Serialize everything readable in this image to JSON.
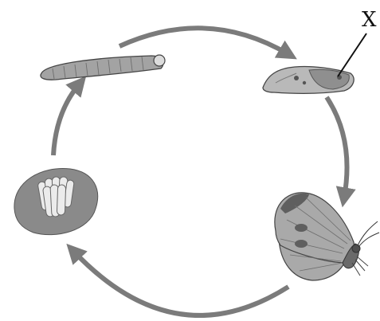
{
  "diagram": {
    "label_x": "X",
    "stages": [
      "eggs",
      "caterpillar",
      "pupa",
      "butterfly"
    ],
    "colors": {
      "arrow": "#7b7b7b",
      "egg_patch": "#8a8a8a",
      "egg": "#ebebeb",
      "larva": "#a3a3a3",
      "pupa": "#b9b9b9",
      "wing": "#a9a9a9",
      "wing_dark": "#5f5f5f",
      "outline": "#333333"
    }
  }
}
